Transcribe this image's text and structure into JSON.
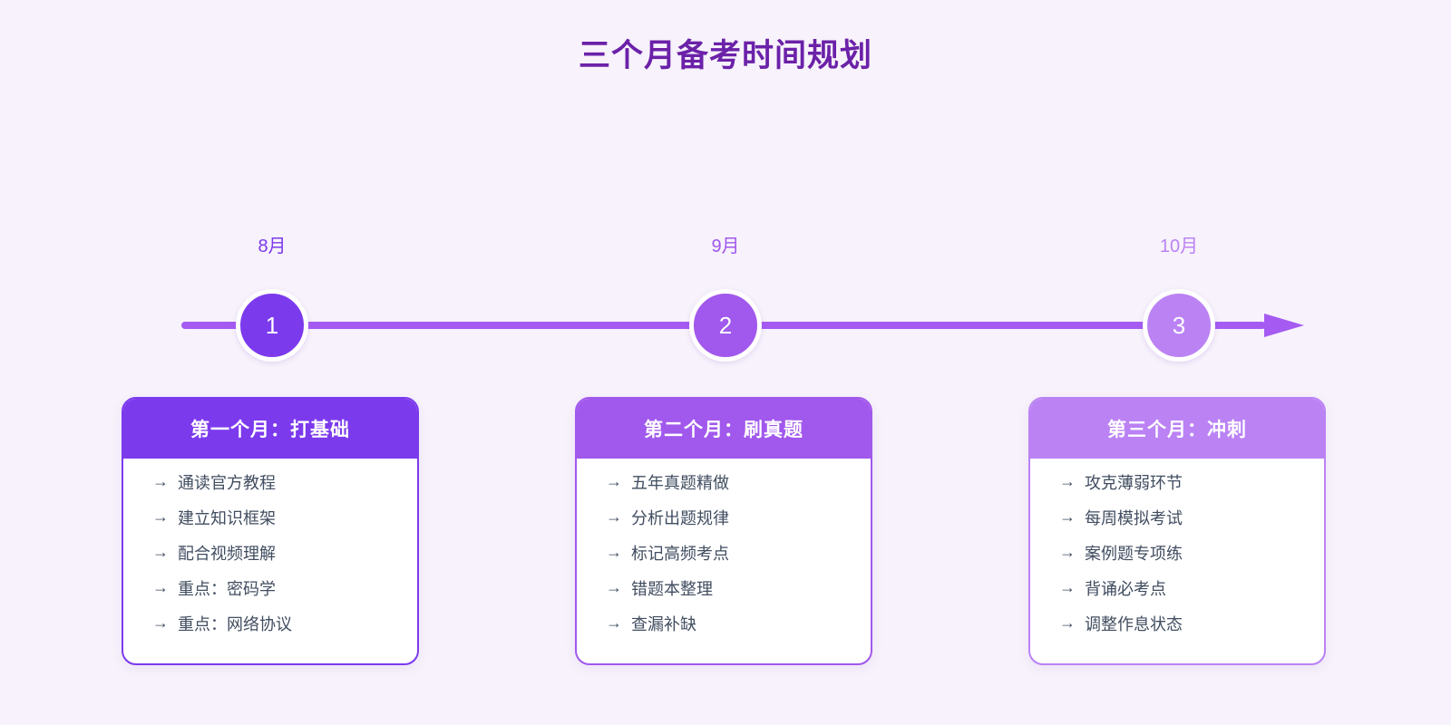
{
  "title": "三个月备考时间规划",
  "icons": {
    "arrow": "→"
  },
  "colors": {
    "background": "#f7f2fb",
    "title": "#6b21a8",
    "timeline": "#a55bf2",
    "item_text": "#414d60",
    "card_background": "#ffffff"
  },
  "phases": [
    {
      "month": "8月",
      "number": "1",
      "color": "#7c3aed",
      "header": "第一个月：打基础",
      "items": [
        "通读官方教程",
        "建立知识框架",
        "配合视频理解",
        "重点：密码学",
        "重点：网络协议"
      ]
    },
    {
      "month": "9月",
      "number": "2",
      "color": "#a158ec",
      "header": "第二个月：刷真题",
      "items": [
        "五年真题精做",
        "分析出题规律",
        "标记高频考点",
        "错题本整理",
        "查漏补缺"
      ]
    },
    {
      "month": "10月",
      "number": "3",
      "color": "#bb82f4",
      "header": "第三个月：冲刺",
      "items": [
        "攻克薄弱环节",
        "每周模拟考试",
        "案例题专项练",
        "背诵必考点",
        "调整作息状态"
      ]
    }
  ]
}
